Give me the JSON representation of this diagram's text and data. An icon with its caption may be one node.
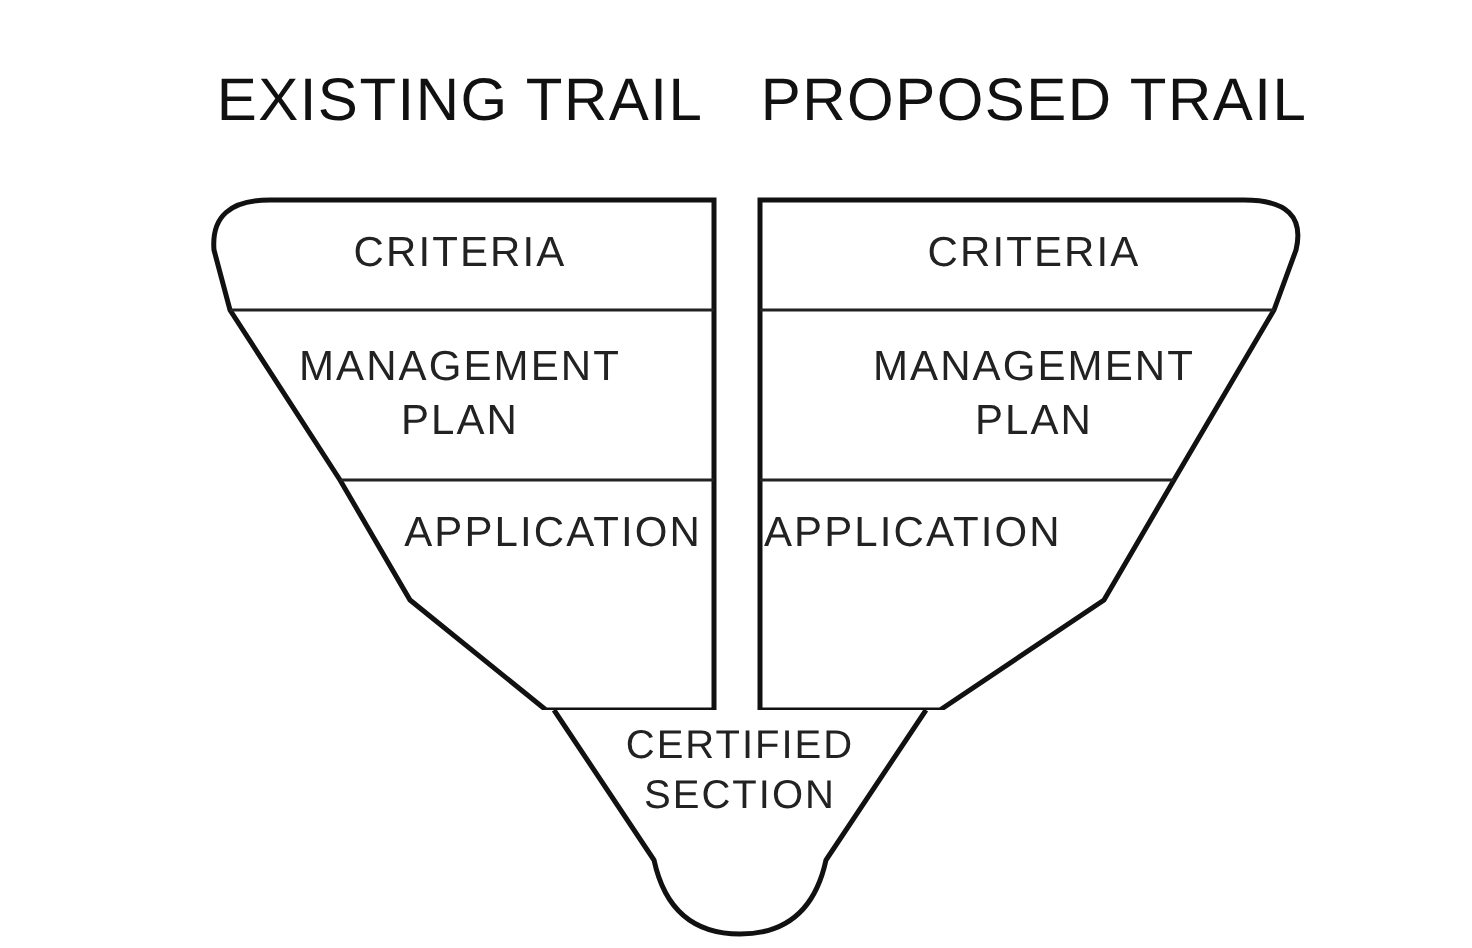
{
  "diagram": {
    "nodes": [
      {
        "text": [
          "EXISTING TRAIL"
        ]
      },
      {
        "text": [
          "CRITERIA"
        ],
        "in": 0
      },
      {
        "text": [
          "MANAGEMENT PLAN"
        ],
        "in": 0
      },
      {
        "text": [
          "APPLICATION"
        ],
        "in": 0
      },
      {
        "text": [
          "PROPOSED TRAIL"
        ]
      },
      {
        "text": [
          "CRITERIA"
        ],
        "in": 4
      },
      {
        "text": [
          "MANAGEMENT PLAN"
        ],
        "in": 4
      },
      {
        "text": [
          "APPLICATION"
        ],
        "in": 4
      },
      {
        "text": [
          "CERTIFIED SECTION"
        ]
      }
    ]
  }
}
